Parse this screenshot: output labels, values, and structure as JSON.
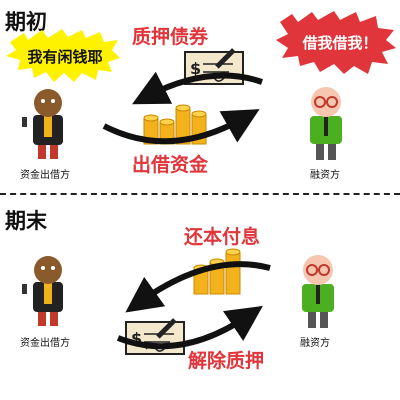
{
  "period_start": {
    "title": "期初",
    "lender_bubble": "我有闲钱耶",
    "borrower_bubble": "借我借我！",
    "collateral_label": "质押债券",
    "money_label": "出借资金",
    "lender_label": "资金出借方",
    "borrower_label": "融资方"
  },
  "period_end": {
    "title": "期末",
    "repay_label": "还本付息",
    "release_label": "解除质押",
    "lender_label": "资金出借方",
    "borrower_label": "融资方"
  },
  "colors": {
    "accent_red": "#e0353a",
    "bubble_yellow": "#fff200",
    "gold": "#f2b21b",
    "check_fill": "#f3e7cc"
  },
  "icons": [
    "cheque-icon",
    "gold-coins-icon",
    "lender-person-icon",
    "borrower-person-icon",
    "curved-arrow-icon"
  ]
}
